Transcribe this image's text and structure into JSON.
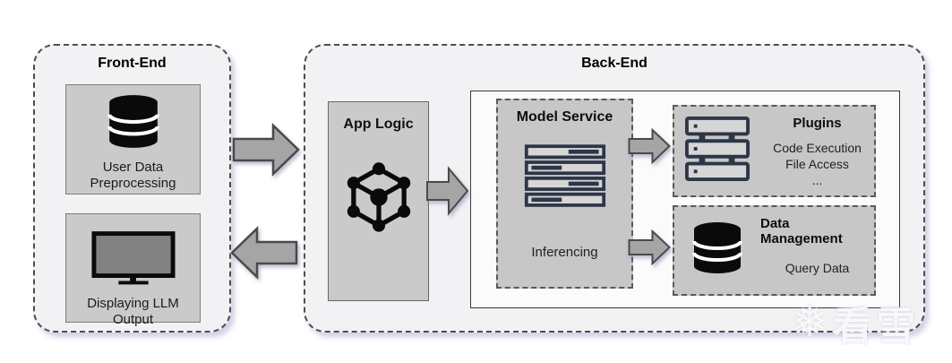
{
  "front_end": {
    "title": "Front-End",
    "preprocessing_label": "User Data Preprocessing",
    "display_label": "Displaying LLM Output"
  },
  "back_end": {
    "title": "Back-End",
    "app_logic": {
      "title": "App Logic"
    },
    "model_service": {
      "title": "Model Service",
      "caption": "Inferencing"
    },
    "plugins": {
      "title": "Plugins",
      "items": [
        "Code Execution",
        "File Access",
        "..."
      ]
    },
    "data_management": {
      "title": "Data Management",
      "caption": "Query Data"
    }
  },
  "watermark": {
    "snowflake": "❅",
    "text": "看雪"
  },
  "icons": {
    "preprocessing": "database-icon",
    "display": "monitor-icon",
    "app_logic": "cube-network-icon",
    "model_service": "server-rack-icon",
    "plugins": "server-stack-icon",
    "data_management": "database-icon",
    "flow": "block-arrow-icon"
  },
  "colors": {
    "container_bg": "#f2f2f4",
    "panel_bg": "#cacaca",
    "solid_box_bg": "#fbfbfc",
    "dashed_border": "#4d4d4d",
    "arrow_fill": "#a5a5a5",
    "arrow_stroke": "#4a4a4a",
    "icon_black": "#0a0a0a",
    "icon_navy": "#2d3648",
    "monitor_screen": "#828282"
  }
}
